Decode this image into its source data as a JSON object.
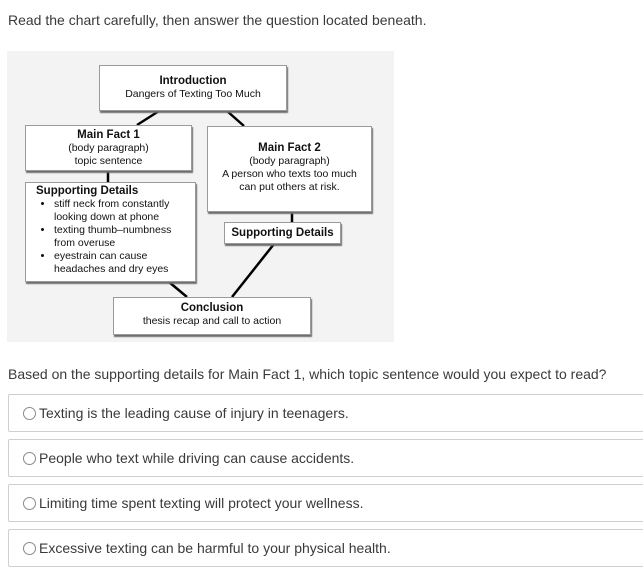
{
  "instruction": "Read the chart carefully, then answer the question located beneath.",
  "diagram": {
    "intro": {
      "title": "Introduction",
      "subtitle": "Dangers of Texting Too Much"
    },
    "main_fact_1": {
      "title": "Main Fact 1",
      "line1": "(body paragraph)",
      "line2": "topic sentence"
    },
    "main_fact_2": {
      "title": "Main Fact 2",
      "line1": "(body paragraph)",
      "line2": "A person who texts too much",
      "line3": "can put others at risk."
    },
    "supporting_1": {
      "title": "Supporting Details",
      "bullets": [
        {
          "line1": "stiff neck from constantly",
          "line2": "looking down at phone"
        },
        {
          "line1": "texting thumb–numbness",
          "line2": "from overuse"
        },
        {
          "line1": "eyestrain can cause",
          "line2": "headaches and dry eyes"
        }
      ]
    },
    "supporting_2": {
      "title": "Supporting Details"
    },
    "conclusion": {
      "title": "Conclusion",
      "subtitle": "thesis recap and call to action"
    }
  },
  "question": "Based on the supporting details for Main Fact 1, which topic sentence would you expect to read?",
  "options": [
    {
      "label": "Texting is the leading cause of injury in teenagers.",
      "selected": false
    },
    {
      "label": "People who text while driving can cause accidents.",
      "selected": false
    },
    {
      "label": "Limiting time spent texting will protect your wellness.",
      "selected": false
    },
    {
      "label": "Excessive texting can be harmful to your physical health.",
      "selected": false
    }
  ]
}
